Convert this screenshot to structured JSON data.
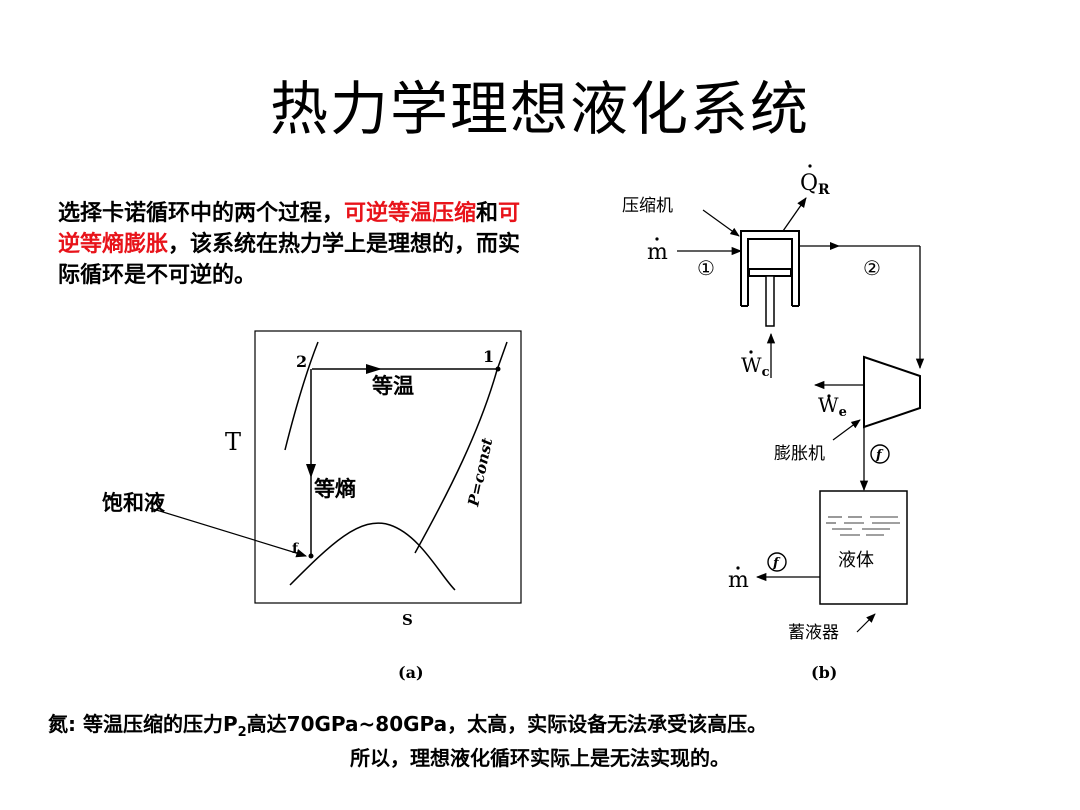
{
  "title": "热力学理想液化系统",
  "intro": {
    "part1": "选择卡诺循环中的两个过程，",
    "part2": "可逆等温压缩",
    "part3": "和",
    "part4": "可逆等熵膨胀",
    "part5": "，该系统在热力学上是理想的，而实际循环是不可逆的。"
  },
  "diagram_a": {
    "axis_t": "T",
    "axis_s": "S",
    "point_1": "1",
    "point_2": "2",
    "point_f": "f",
    "isothermal": "等温",
    "isentropic": "等熵",
    "isobar": "P=const",
    "saturated_liquid": "饱和液",
    "caption": "(a)"
  },
  "diagram_b": {
    "compressor": "压缩机",
    "q_r": "Q",
    "q_sub": "R",
    "m_in": "m",
    "state1": "①",
    "state2": "②",
    "w_c": "W",
    "w_c_sub": "c",
    "w_e": "W",
    "w_e_sub": "e",
    "expander": "膨胀机",
    "state_f": "f",
    "liquid": "液体",
    "m_out": "m",
    "state_f2": "f",
    "receiver": "蓄液器",
    "caption": "(b)"
  },
  "note": {
    "line1_prefix": "氮: 等温压缩的压力P",
    "line1_sub": "2",
    "line1_suffix": "高达70GPa~80GPa，太高，实际设备无法承受该高压。",
    "line2": "所以，理想液化循环实际上是无法实现的。"
  }
}
